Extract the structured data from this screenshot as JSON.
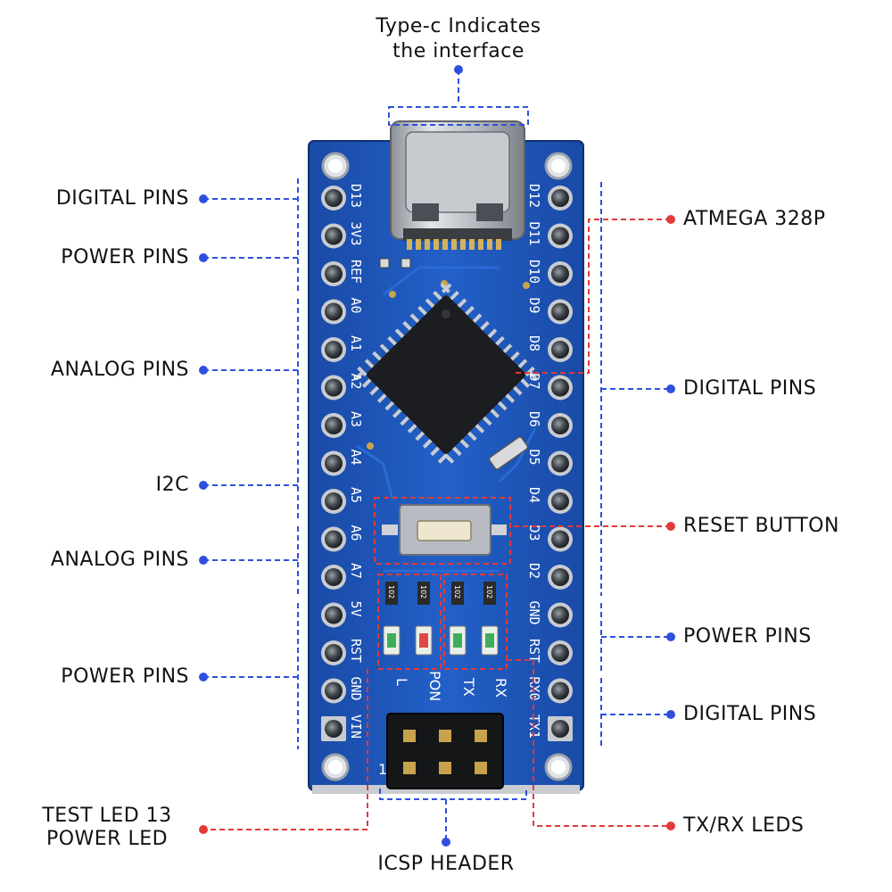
{
  "colors": {
    "blue_leader": "#2f4fe0",
    "red_leader": "#e23a3a",
    "board": "#1f57b8",
    "board_dark": "#15408f"
  },
  "labels": {
    "top_usb": "Type-c Indicates\nthe interface",
    "left_digital": "DIGITAL PINS",
    "left_power_top": "POWER PINS",
    "left_analog_top": "ANALOG PINS",
    "left_i2c": "I2C",
    "left_analog_bottom": "ANALOG PINS",
    "left_power_bottom": "POWER PINS",
    "left_leds": "TEST LED 13\nPOWER LED",
    "right_atmega": "ATMEGA 328P",
    "right_digital_top": "DIGITAL PINS",
    "right_reset": "RESET BUTTON",
    "right_power": "POWER PINS",
    "right_digital_bottom": "DIGITAL PINS",
    "right_txrx": "TX/RX LEDS",
    "bottom_icsp": "ICSP HEADER"
  },
  "silkscreen": {
    "left_pins": [
      "D13",
      "3V3",
      "REF",
      "A0",
      "A1",
      "A2",
      "A3",
      "A4",
      "A5",
      "A6",
      "A7",
      "5V",
      "RST",
      "GND",
      "VIN"
    ],
    "right_pins": [
      "D12",
      "D11",
      "D10",
      "D9",
      "D8",
      "D7",
      "D6",
      "D5",
      "D4",
      "D3",
      "D2",
      "GND",
      "RST",
      "RX0",
      "TX1"
    ],
    "led_labels": [
      "L",
      "PON",
      "TX",
      "RX"
    ],
    "icsp_pin1": "1",
    "resistor_code": "102"
  }
}
